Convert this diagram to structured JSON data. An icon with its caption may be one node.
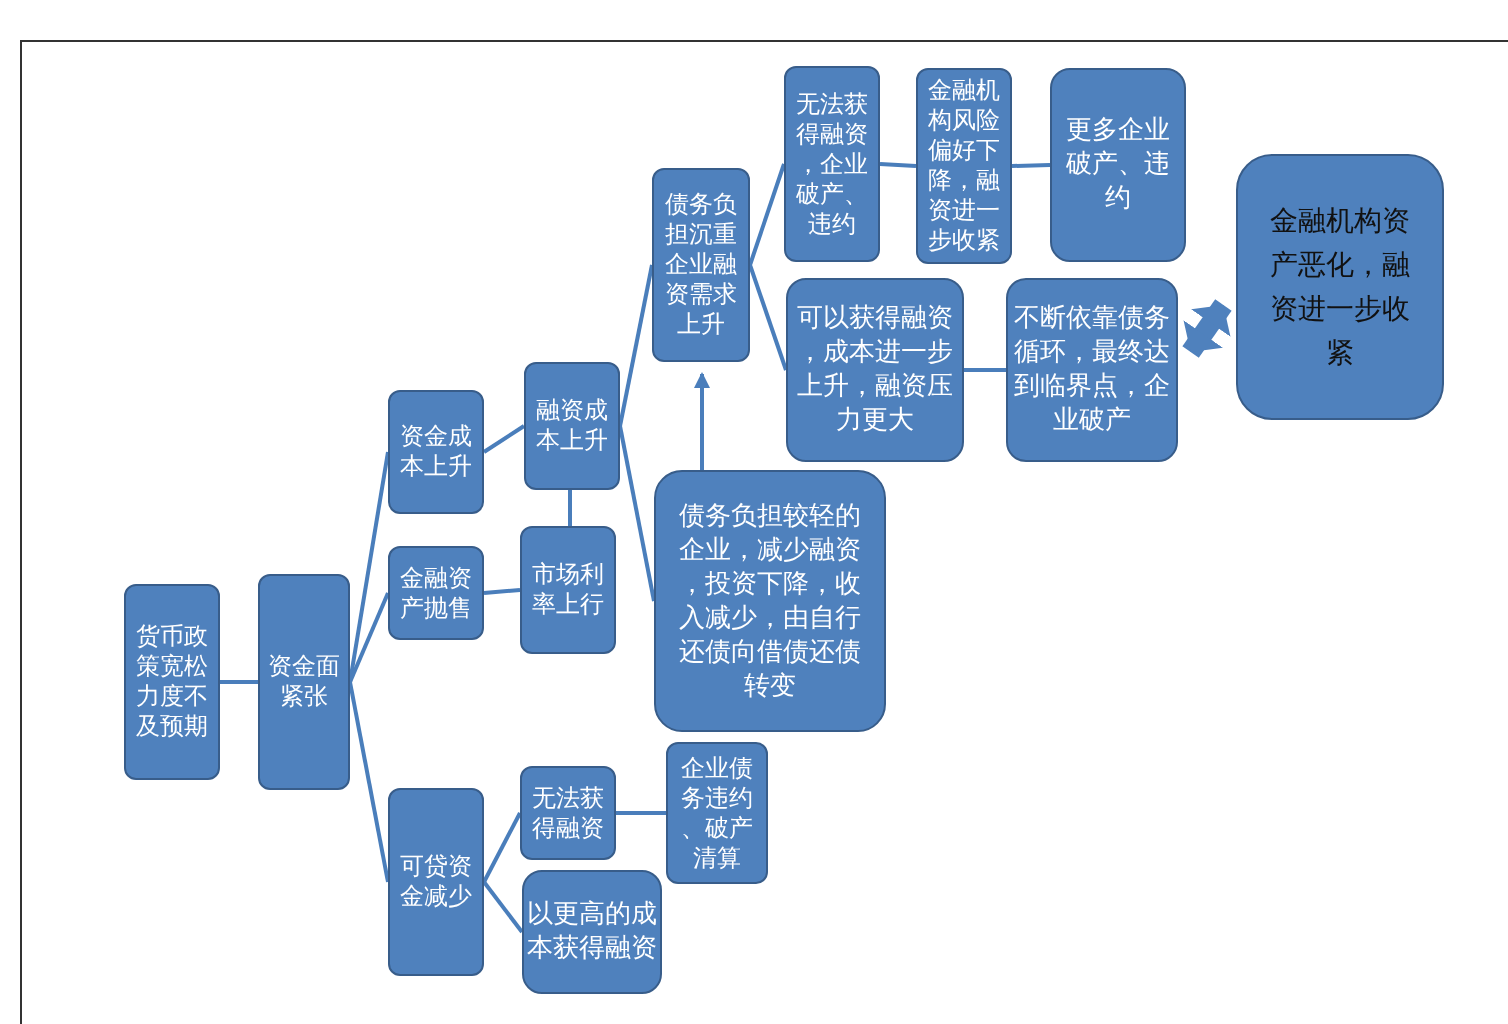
{
  "diagram": {
    "nodes": [
      {
        "text": [
          "货币政策宽松力度不及预期"
        ]
      },
      {
        "text": [
          "资金面紧张"
        ]
      },
      {
        "text": [
          "资金成本上升"
        ]
      },
      {
        "text": [
          "金融资产抛售"
        ]
      },
      {
        "text": [
          "可贷资金减少"
        ]
      },
      {
        "text": [
          "融资成本上升"
        ]
      },
      {
        "text": [
          "市场利率上行"
        ]
      },
      {
        "text": [
          "债务负担沉重企业融资需求上升"
        ]
      },
      {
        "text": [
          "债务负担较轻的企业，减少融资，投资下降，收入减少，由自行还债向借债还债转变"
        ]
      },
      {
        "text": [
          "无法获得融资，企业破产、违约"
        ]
      },
      {
        "text": [
          "金融机构风险偏好下降，融资进一步收紧"
        ]
      },
      {
        "text": [
          "更多企业破产、违约"
        ]
      },
      {
        "text": [
          "可以获得融资，成本进一步上升，融资压力更大"
        ]
      },
      {
        "text": [
          "不断依靠债务循环，最终达到临界点，企业破产"
        ]
      },
      {
        "text": [
          "金融机构资产恶化，融资进一步收紧"
        ]
      },
      {
        "text": [
          "无法获得融资"
        ]
      },
      {
        "text": [
          "以更高的成本获得融资"
        ]
      },
      {
        "text": [
          "企业债务违约、破产清算"
        ]
      }
    ],
    "edges": [
      {
        "from": 0,
        "to": 1,
        "arrow": "none"
      },
      {
        "from": 1,
        "to": 2,
        "arrow": "none"
      },
      {
        "from": 1,
        "to": 3,
        "arrow": "none"
      },
      {
        "from": 1,
        "to": 4,
        "arrow": "none"
      },
      {
        "from": 2,
        "to": 5,
        "arrow": "none"
      },
      {
        "from": 3,
        "to": 6,
        "arrow": "none"
      },
      {
        "from": 6,
        "to": 5,
        "arrow": "none"
      },
      {
        "from": 5,
        "to": 7,
        "arrow": "none"
      },
      {
        "from": 5,
        "to": 8,
        "arrow": "none"
      },
      {
        "from": 8,
        "to": 7,
        "arrow": "to"
      },
      {
        "from": 7,
        "to": 9,
        "arrow": "none"
      },
      {
        "from": 7,
        "to": 12,
        "arrow": "none"
      },
      {
        "from": 9,
        "to": 10,
        "arrow": "none"
      },
      {
        "from": 10,
        "to": 11,
        "arrow": "none"
      },
      {
        "from": 12,
        "to": 13,
        "arrow": "none"
      },
      {
        "from": 13,
        "to": 14,
        "arrow": "both",
        "style": "thick"
      },
      {
        "from": 4,
        "to": 15,
        "arrow": "none"
      },
      {
        "from": 4,
        "to": 16,
        "arrow": "none"
      },
      {
        "from": 15,
        "to": 17,
        "arrow": "none"
      }
    ]
  }
}
